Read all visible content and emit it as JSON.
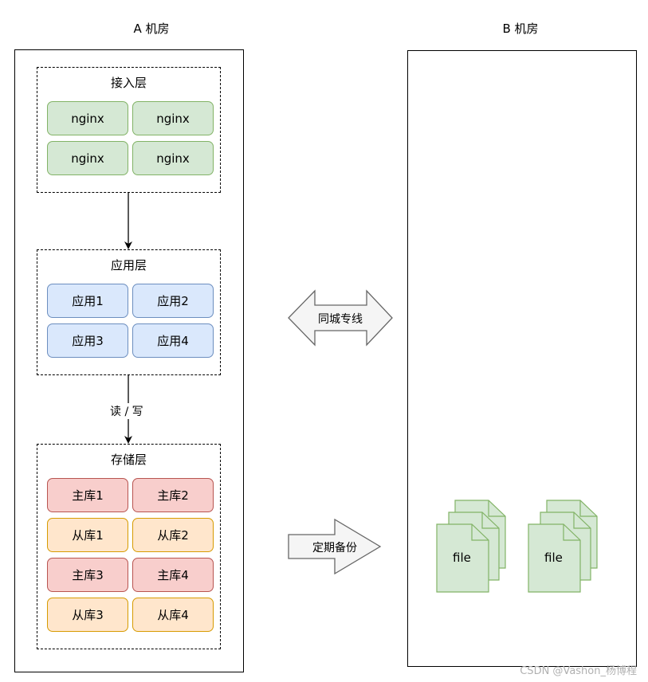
{
  "room_a": {
    "title": "A 机房",
    "access_layer": {
      "title": "接入层",
      "nodes": [
        "nginx",
        "nginx",
        "nginx",
        "nginx"
      ]
    },
    "app_layer": {
      "title": "应用层",
      "nodes": [
        "应用1",
        "应用2",
        "应用3",
        "应用4"
      ]
    },
    "storage_layer": {
      "title": "存储层",
      "nodes": [
        "主库1",
        "主库2",
        "从库1",
        "从库2",
        "主库3",
        "主库4",
        "从库3",
        "从库4"
      ]
    },
    "edges": {
      "app_to_storage_label": "读 / 写"
    }
  },
  "room_b": {
    "title": "B 机房",
    "files": [
      "file",
      "file"
    ]
  },
  "links": {
    "dedicated_line": "同城专线",
    "scheduled_backup": "定期备份"
  },
  "colors": {
    "green_fill": "#d5e8d4",
    "green_stroke": "#82b366",
    "blue_fill": "#dae8fc",
    "blue_stroke": "#6c8ebf",
    "red_fill": "#f8cecc",
    "red_stroke": "#b85450",
    "orange_fill": "#ffe6cc",
    "orange_stroke": "#d79b00",
    "arrow_fill": "#f5f5f5",
    "arrow_stroke": "#666666"
  },
  "watermark": "CSDN @Vashon_杨博程"
}
